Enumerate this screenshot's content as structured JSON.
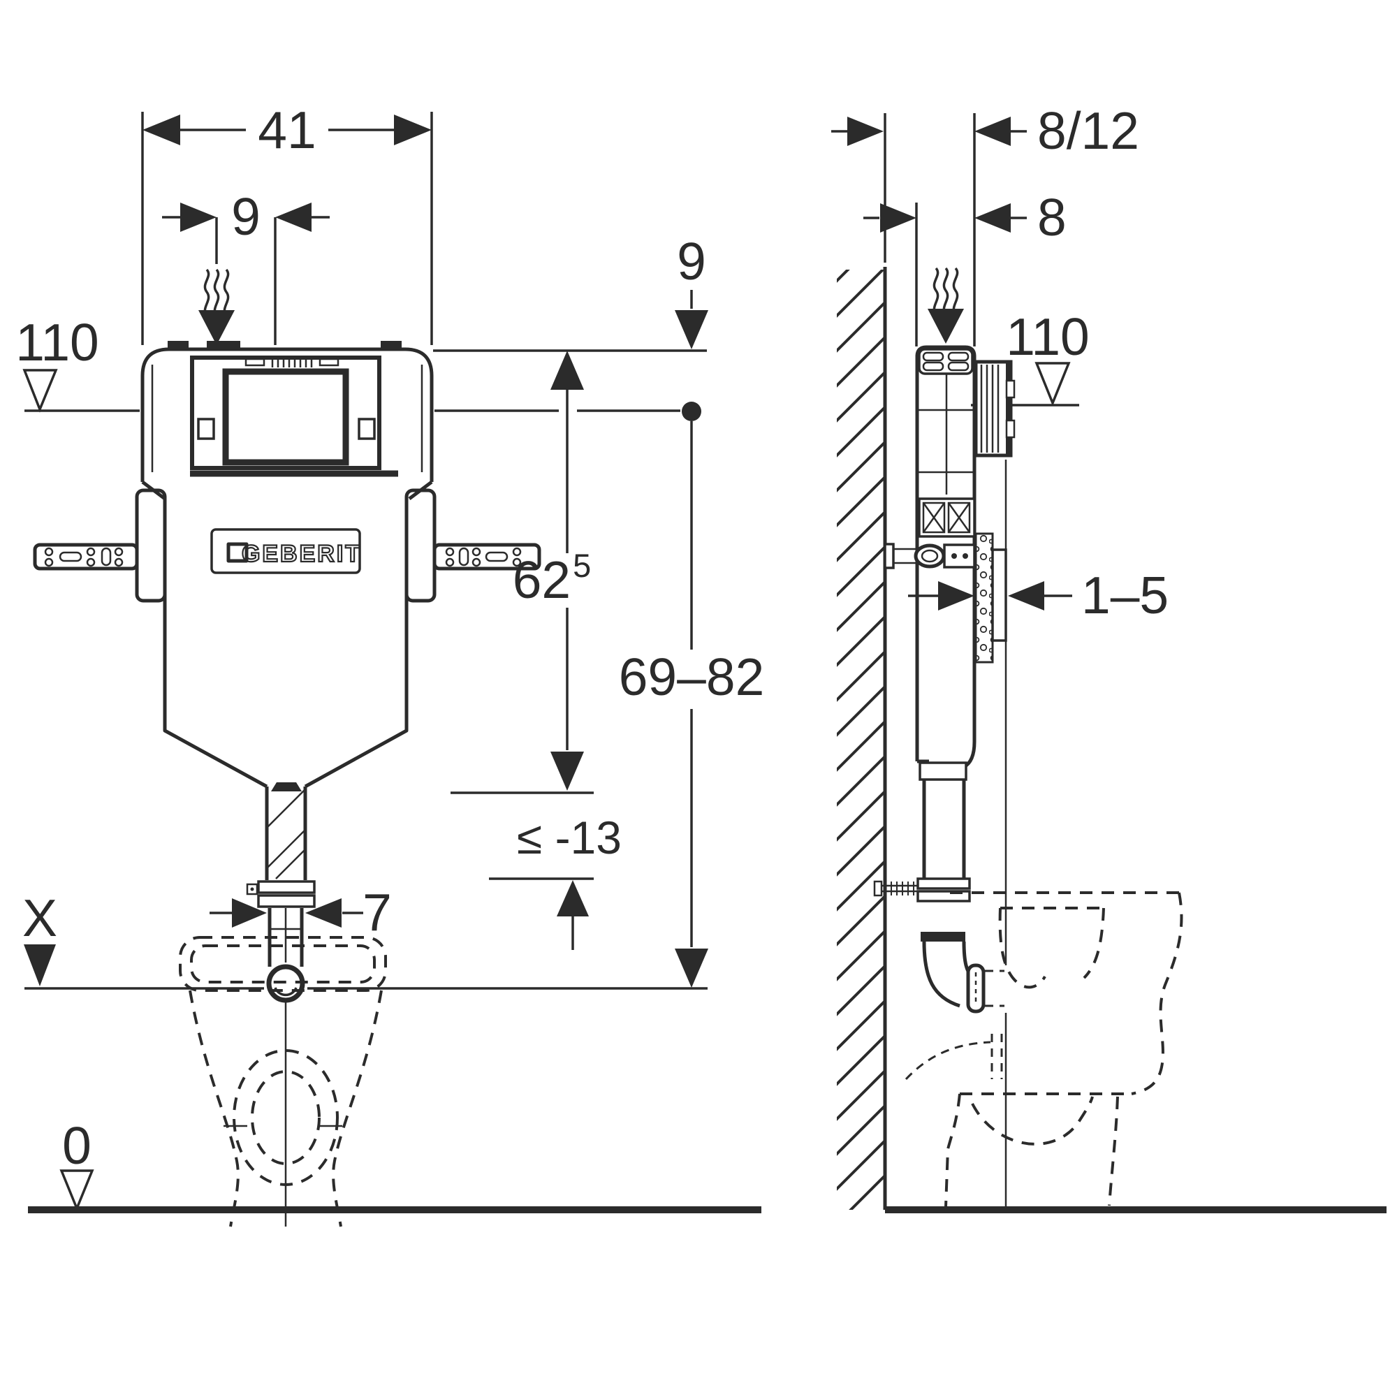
{
  "colors": {
    "line": "#2b2b2b",
    "background": "#ffffff"
  },
  "front_view": {
    "dim_width": "41",
    "dim_vent_offset": "9",
    "dim_top_drop": "9",
    "datum_level": "110",
    "dim_height_main": "62",
    "dim_height_sup": "5",
    "dim_actuation_range": "69–82",
    "dim_bend_depth": "≤ -13",
    "dim_pipe_width": "7",
    "datum_connection": "X",
    "datum_floor": "0",
    "brand": "GEBERIT"
  },
  "side_view": {
    "dim_wall_depth": "8/12",
    "dim_frame_depth": "8",
    "datum_level": "110",
    "dim_plate_clearance": "1–5"
  },
  "icons": {
    "odour_extraction": "wavy-steam-arrow-down",
    "datum_open": "open-triangle-down",
    "datum_filled": "filled-triangle-down",
    "reference_dot": "filled-circle"
  }
}
